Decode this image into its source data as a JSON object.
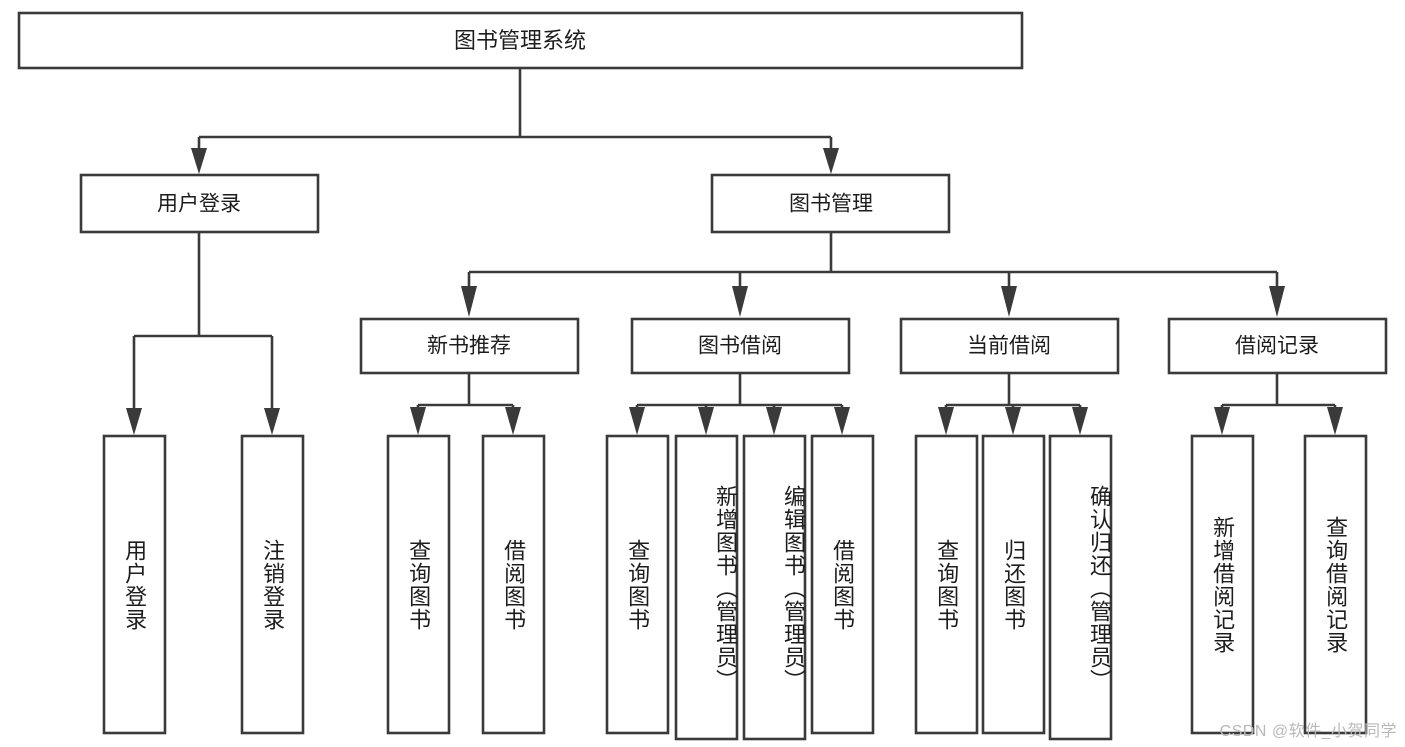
{
  "diagram": {
    "type": "tree-hierarchy",
    "title": "图书管理系统",
    "watermark": "CSDN @软件_小贺同学",
    "colors": {
      "stroke": "#3a3a3a",
      "box_fill": "#ffffff",
      "text": "#1d1d1d",
      "background": "#ffffff",
      "watermark": "#b9b9b9"
    },
    "root": {
      "label": "图书管理系统",
      "children": [
        {
          "label": "用户登录",
          "children": [
            {
              "label": "用户登录"
            },
            {
              "label": "注销登录"
            }
          ]
        },
        {
          "label": "图书管理",
          "children": [
            {
              "label": "新书推荐",
              "children": [
                {
                  "label": "查询图书"
                },
                {
                  "label": "借阅图书"
                }
              ]
            },
            {
              "label": "图书借阅",
              "children": [
                {
                  "label": "查询图书"
                },
                {
                  "label": "新增图书（管理员）"
                },
                {
                  "label": "编辑图书（管理员）"
                },
                {
                  "label": "借阅图书"
                }
              ]
            },
            {
              "label": "当前借阅",
              "children": [
                {
                  "label": "查询图书"
                },
                {
                  "label": "归还图书"
                },
                {
                  "label": "确认归还（管理员）"
                }
              ]
            },
            {
              "label": "借阅记录",
              "children": [
                {
                  "label": "新增借阅记录"
                },
                {
                  "label": "查询借阅记录"
                }
              ]
            }
          ]
        }
      ]
    },
    "nodes": {
      "root_title": "图书管理系统",
      "l1_user_login": "用户登录",
      "l1_book_manage": "图书管理",
      "l2_new_book_rec": "新书推荐",
      "l2_book_borrow": "图书借阅",
      "l2_current_borrow": "当前借阅",
      "l2_borrow_record": "借阅记录",
      "leaf_user_login": "用户登录",
      "leaf_logout": "注销登录",
      "leaf_query_book_a": "查询图书",
      "leaf_borrow_book_a": "借阅图书",
      "leaf_query_book_b": "查询图书",
      "leaf_add_book": "新增图书（管理员）",
      "leaf_edit_book": "编辑图书（管理员）",
      "leaf_borrow_book_b": "借阅图书",
      "leaf_query_book_c": "查询图书",
      "leaf_return_book": "归还图书",
      "leaf_confirm_return": "确认归还（管理员）",
      "leaf_add_record": "新增借阅记录",
      "leaf_query_record": "查询借阅记录"
    }
  }
}
